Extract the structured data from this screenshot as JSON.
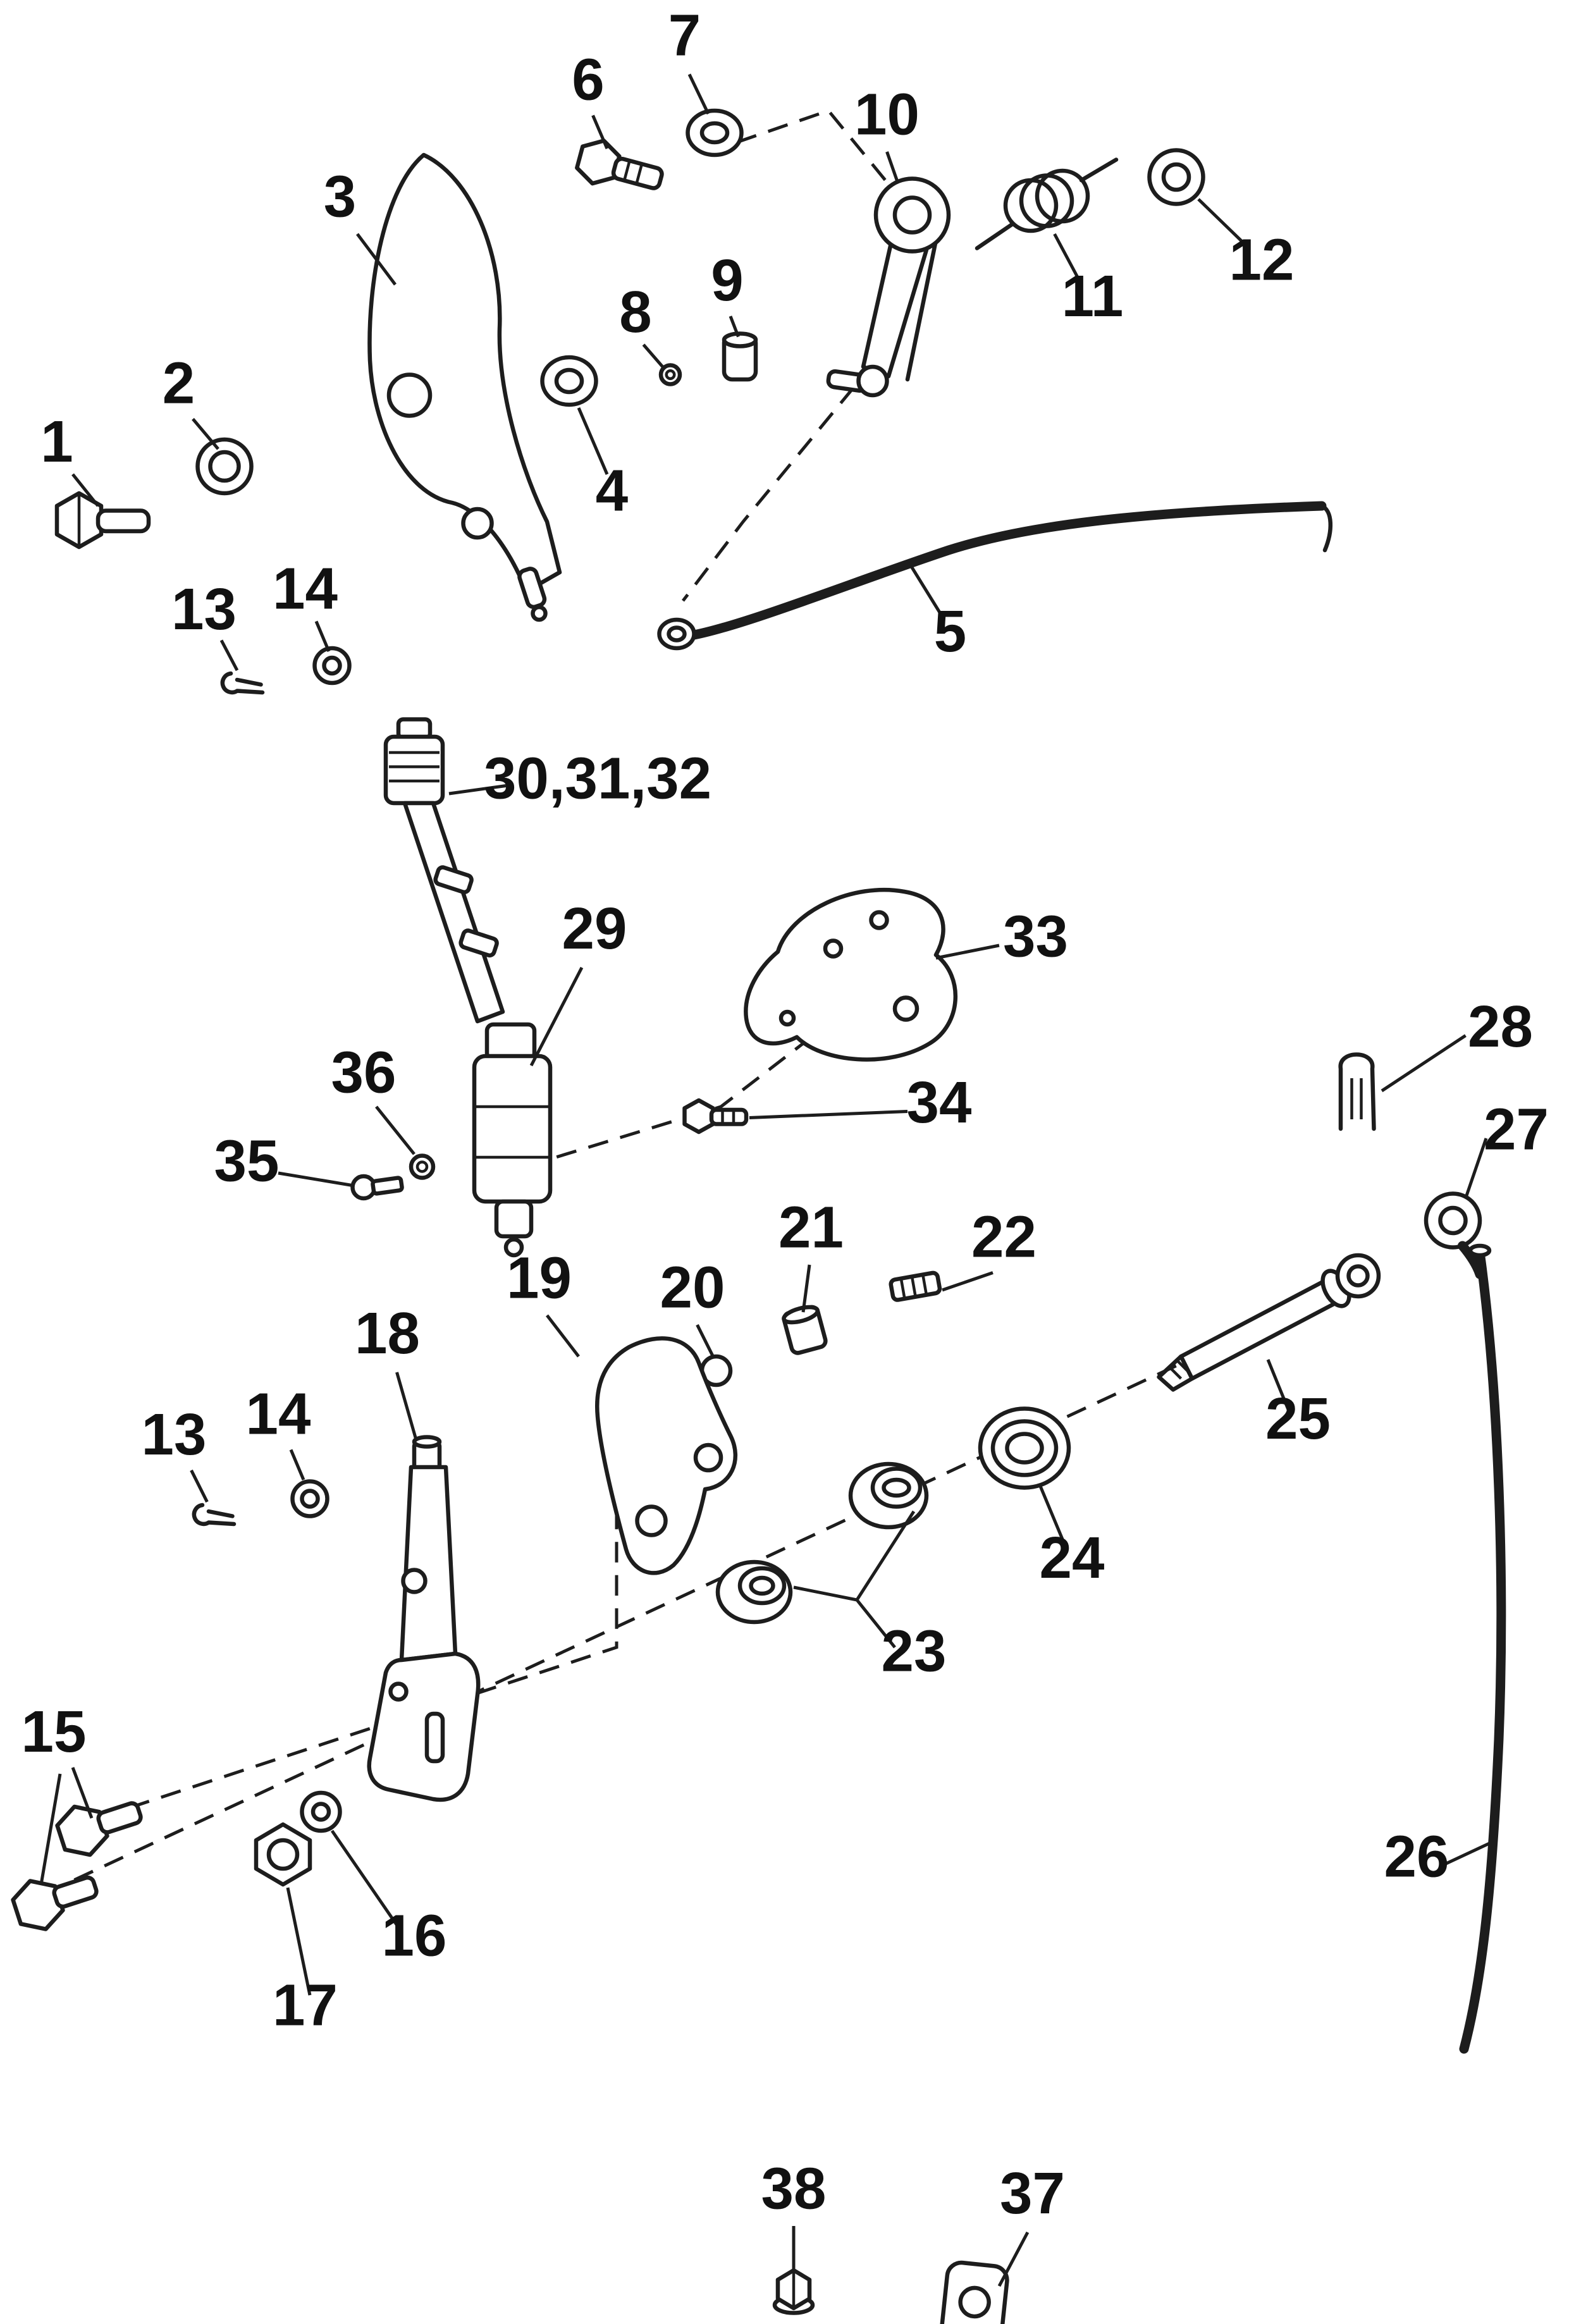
{
  "diagram": {
    "type": "exploded-parts-diagram",
    "subject": "throttle and shift linkage mechanical parts drawing"
  },
  "colors": {
    "line": "#1d1d1d",
    "background": "#ffffff",
    "text": "#111111"
  },
  "callouts": [
    {
      "id": "1",
      "text": "1"
    },
    {
      "id": "2",
      "text": "2"
    },
    {
      "id": "3",
      "text": "3"
    },
    {
      "id": "4",
      "text": "4"
    },
    {
      "id": "5",
      "text": "5"
    },
    {
      "id": "6",
      "text": "6"
    },
    {
      "id": "7",
      "text": "7"
    },
    {
      "id": "8",
      "text": "8"
    },
    {
      "id": "9",
      "text": "9"
    },
    {
      "id": "10",
      "text": "10"
    },
    {
      "id": "11",
      "text": "11"
    },
    {
      "id": "12",
      "text": "12"
    },
    {
      "id": "13-upper",
      "text": "13"
    },
    {
      "id": "14-upper",
      "text": "14"
    },
    {
      "id": "30-31-32",
      "text": "30,31,32"
    },
    {
      "id": "29",
      "text": "29"
    },
    {
      "id": "33",
      "text": "33"
    },
    {
      "id": "34",
      "text": "34"
    },
    {
      "id": "35",
      "text": "35"
    },
    {
      "id": "36",
      "text": "36"
    },
    {
      "id": "28",
      "text": "28"
    },
    {
      "id": "27",
      "text": "27"
    },
    {
      "id": "21",
      "text": "21"
    },
    {
      "id": "22",
      "text": "22"
    },
    {
      "id": "19",
      "text": "19"
    },
    {
      "id": "20",
      "text": "20"
    },
    {
      "id": "18",
      "text": "18"
    },
    {
      "id": "25",
      "text": "25"
    },
    {
      "id": "24",
      "text": "24"
    },
    {
      "id": "13-lower",
      "text": "13"
    },
    {
      "id": "14-lower",
      "text": "14"
    },
    {
      "id": "23",
      "text": "23"
    },
    {
      "id": "15",
      "text": "15"
    },
    {
      "id": "26",
      "text": "26"
    },
    {
      "id": "16",
      "text": "16"
    },
    {
      "id": "17",
      "text": "17"
    },
    {
      "id": "38",
      "text": "38"
    },
    {
      "id": "37",
      "text": "37"
    }
  ]
}
